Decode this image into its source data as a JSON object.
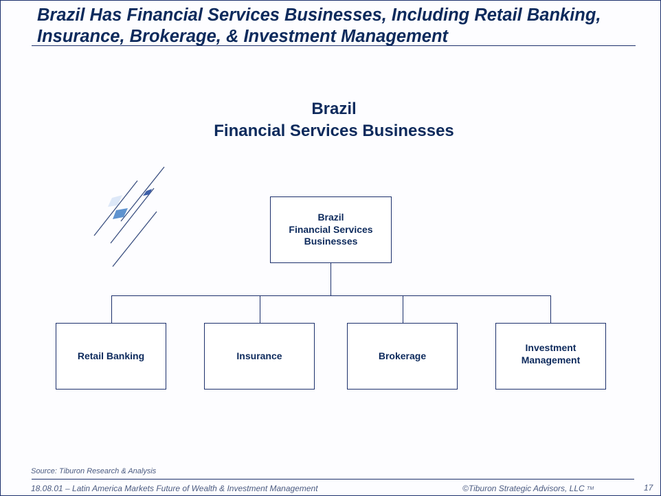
{
  "header": {
    "title_line1": "Brazil Has Financial Services Businesses, Including Retail Banking,",
    "title_line2": "Insurance, Brokerage, & Investment Management"
  },
  "diagram": {
    "title_line1": "Brazil",
    "title_line2": "Financial Services Businesses",
    "root": {
      "line1": "Brazil",
      "line2": "Financial Services",
      "line3": "Businesses"
    },
    "children": [
      {
        "label": "Retail Banking"
      },
      {
        "label": "Insurance"
      },
      {
        "label": "Brokerage"
      },
      {
        "label_line1": "Investment",
        "label_line2": "Management"
      }
    ]
  },
  "footer": {
    "source": "Source:  Tiburon Research & Analysis",
    "left": "18.08.01 – Latin America Markets Future of Wealth & Investment Management",
    "copyright": "©Tiburon Strategic Advisors, LLC",
    "tm": "TM",
    "page": "17"
  }
}
